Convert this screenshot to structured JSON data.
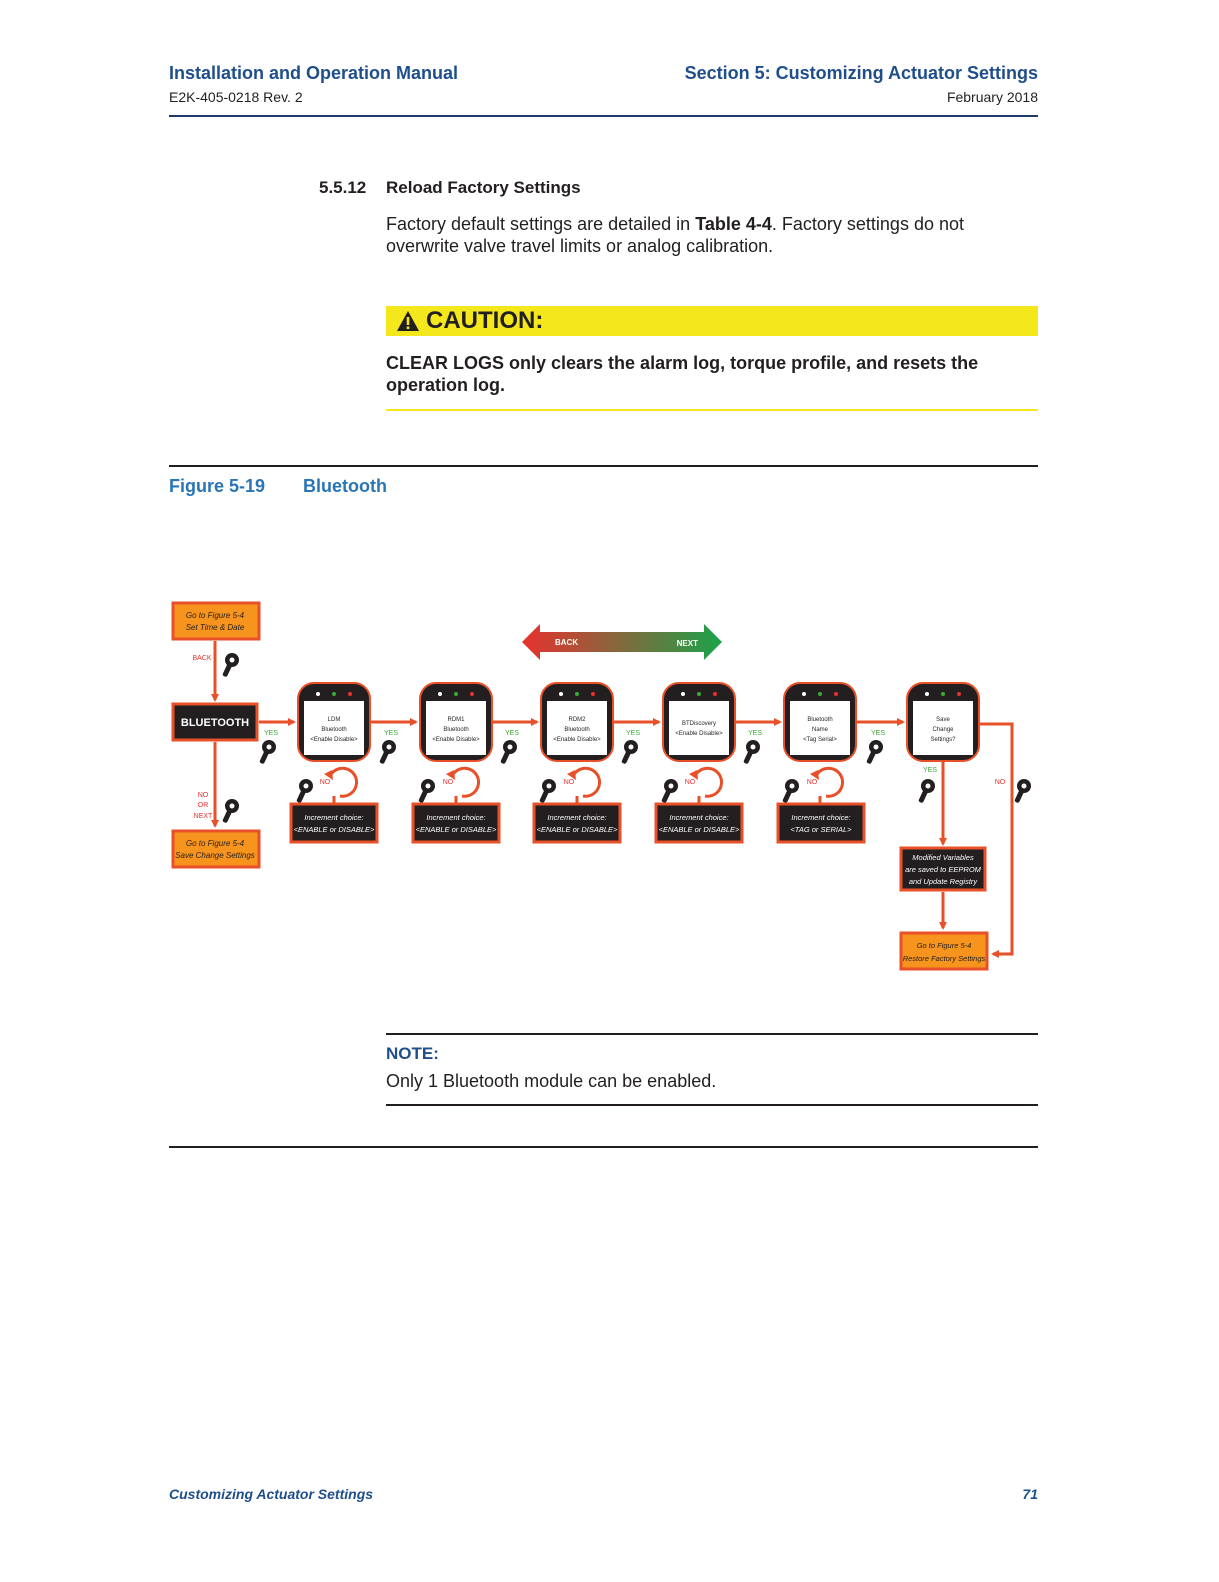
{
  "header": {
    "left_title": "Installation and Operation Manual",
    "left_sub": "E2K-405-0218 Rev. 2",
    "right_title": "Section 5: Customizing Actuator Settings",
    "right_sub": "February 2018"
  },
  "section": {
    "number": "5.5.12",
    "title": "Reload Factory Settings",
    "body_pre": "Factory default settings are detailed in ",
    "body_bold": "Table 4-4",
    "body_post": ". Factory settings do not overwrite valve travel limits or analog calibration."
  },
  "caution": {
    "label": "CAUTION:",
    "text": "CLEAR LOGS only clears the alarm log, torque profile, and resets the operation log."
  },
  "figure": {
    "number": "Figure 5-19",
    "title": "Bluetooth"
  },
  "diagram": {
    "goto_top_1": "Go to Figure 5-4",
    "goto_top_2": "Set Time & Date",
    "back_small": "BACK",
    "bluetooth": "BLUETOOTH",
    "no": "NO",
    "or": "OR",
    "next_small": "NEXT",
    "goto_bottom_1": "Go to Figure 5-4",
    "goto_bottom_2": "Save Change Settings",
    "arrow_back": "BACK",
    "arrow_next": "NEXT",
    "yes": "YES",
    "screens": [
      {
        "l1": "LDM",
        "l2": "Bluetooth",
        "l3": "<Enable Disable>"
      },
      {
        "l1": "RDM1",
        "l2": "Bluetooth",
        "l3": "<Enable Disable>"
      },
      {
        "l1": "RDM2",
        "l2": "Bluetooth",
        "l3": "<Enable Disable>"
      },
      {
        "l1": "BTDiscovery",
        "l2": "<Enable Disable>",
        "l3": ""
      },
      {
        "l1": "Bluetooth",
        "l2": "Name",
        "l3": "<Tag Serial>"
      },
      {
        "l1": "Save",
        "l2": "Change",
        "l3": "Settings?"
      }
    ],
    "increment": [
      {
        "l1": "Increment choice:",
        "l2": "<ENABLE or DISABLE>"
      },
      {
        "l1": "Increment choice:",
        "l2": "<ENABLE or DISABLE>"
      },
      {
        "l1": "Increment choice:",
        "l2": "<ENABLE or DISABLE>"
      },
      {
        "l1": "Increment choice:",
        "l2": "<ENABLE or DISABLE>"
      },
      {
        "l1": "Increment choice:",
        "l2": "<TAG or SERIAL>"
      }
    ],
    "modified_1": "Modified Variables",
    "modified_2": "are saved to EEPROM",
    "modified_3": "and Update Registry",
    "restore_1": "Go to Figure 5-4",
    "restore_2": "Restore Factory Settings"
  },
  "note": {
    "label": "NOTE:",
    "text": "Only 1 Bluetooth module can be enabled."
  },
  "footer": {
    "left": "Customizing Actuator Settings",
    "page": "71"
  },
  "colors": {
    "navy": "#1f4e8c",
    "figure_blue": "#2a75b6",
    "caution_yellow": "#f4e81c",
    "flow_orange": "#e8502a",
    "box_orange": "#f7941d",
    "yes_green": "#3aa935",
    "no_red": "#e8312f"
  }
}
